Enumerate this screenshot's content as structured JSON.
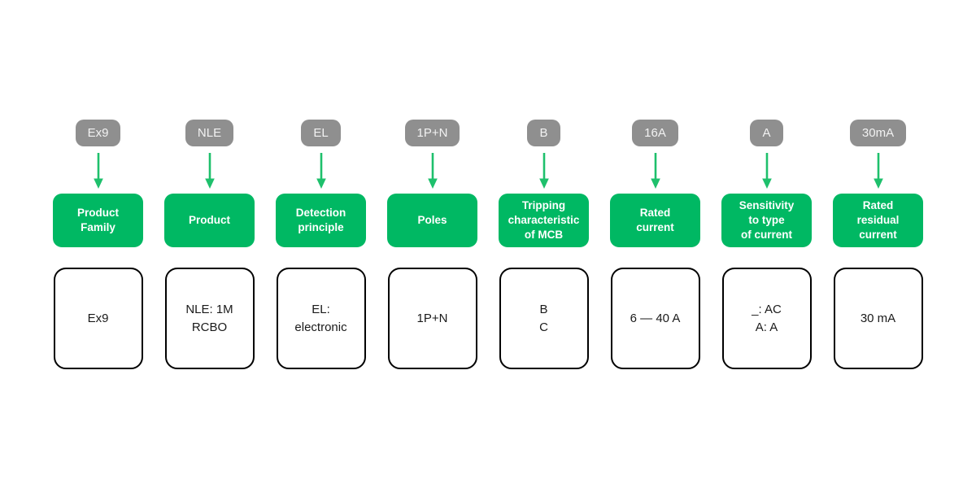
{
  "diagram": {
    "colors": {
      "badge_gray": "#8f8f8f",
      "badge_text": "#f2f2f2",
      "label_green": "#00b863",
      "arrow_green": "#1ec06c",
      "value_border": "#000000"
    },
    "columns": [
      {
        "code": "Ex9",
        "label": "Product\nFamily",
        "value": "Ex9"
      },
      {
        "code": "NLE",
        "label": "Product",
        "value": "NLE: 1M\nRCBO"
      },
      {
        "code": "EL",
        "label": "Detection\nprinciple",
        "value": "EL:\nelectronic"
      },
      {
        "code": "1P+N",
        "label": "Poles",
        "value": "1P+N"
      },
      {
        "code": "B",
        "label": "Tripping\ncharacteristic\nof MCB",
        "value": "B\nC"
      },
      {
        "code": "16A",
        "label": "Rated\ncurrent",
        "value": "6 — 40 A"
      },
      {
        "code": "A",
        "label": "Sensitivity\nto type\nof current",
        "value": "_: AC\nA: A"
      },
      {
        "code": "30mA",
        "label": "Rated\nresidual\ncurrent",
        "value": "30 mA"
      }
    ]
  }
}
